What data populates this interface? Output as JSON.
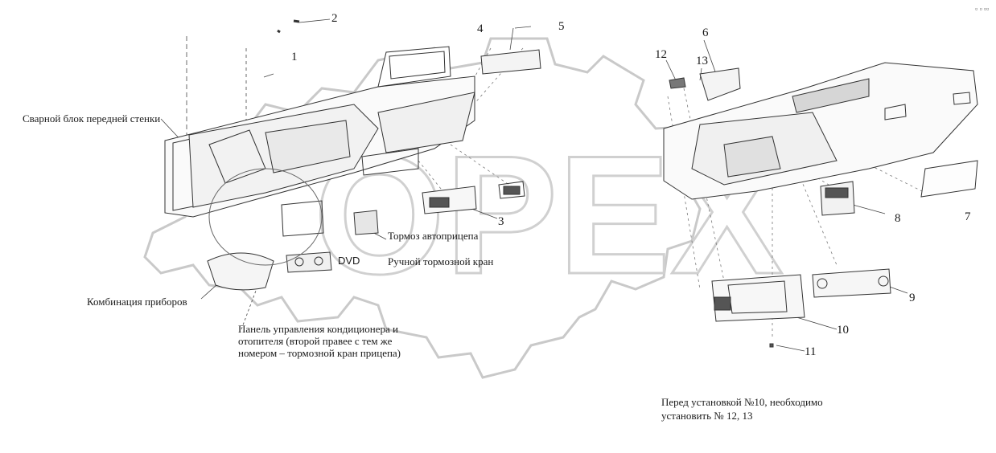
{
  "watermark": {
    "text": "OPEX",
    "color": "#c8c8c8"
  },
  "corner_mark": "▫ ▫ ▫▫",
  "labels": {
    "front_wall": "Сварной блок передней стенки",
    "trailer_brake": "Тормоз автоприцепа",
    "dvd": "DVD",
    "hand_brake": "Ручной тормозной кран",
    "instrument_cluster": "Комбинация приборов",
    "climate_panel_line1": "Панель управления кондиционера и",
    "climate_panel_line2": "отопителя (второй правее с тем же",
    "climate_panel_line3": "номером – тормозной кран прицепа)"
  },
  "part_numbers": [
    "1",
    "2",
    "3",
    "4",
    "5",
    "6",
    "7",
    "8",
    "9",
    "10",
    "11",
    "12",
    "13"
  ],
  "note": {
    "line1": "Перед установкой №10, необходимо",
    "line2": "установить № 12, 13"
  }
}
